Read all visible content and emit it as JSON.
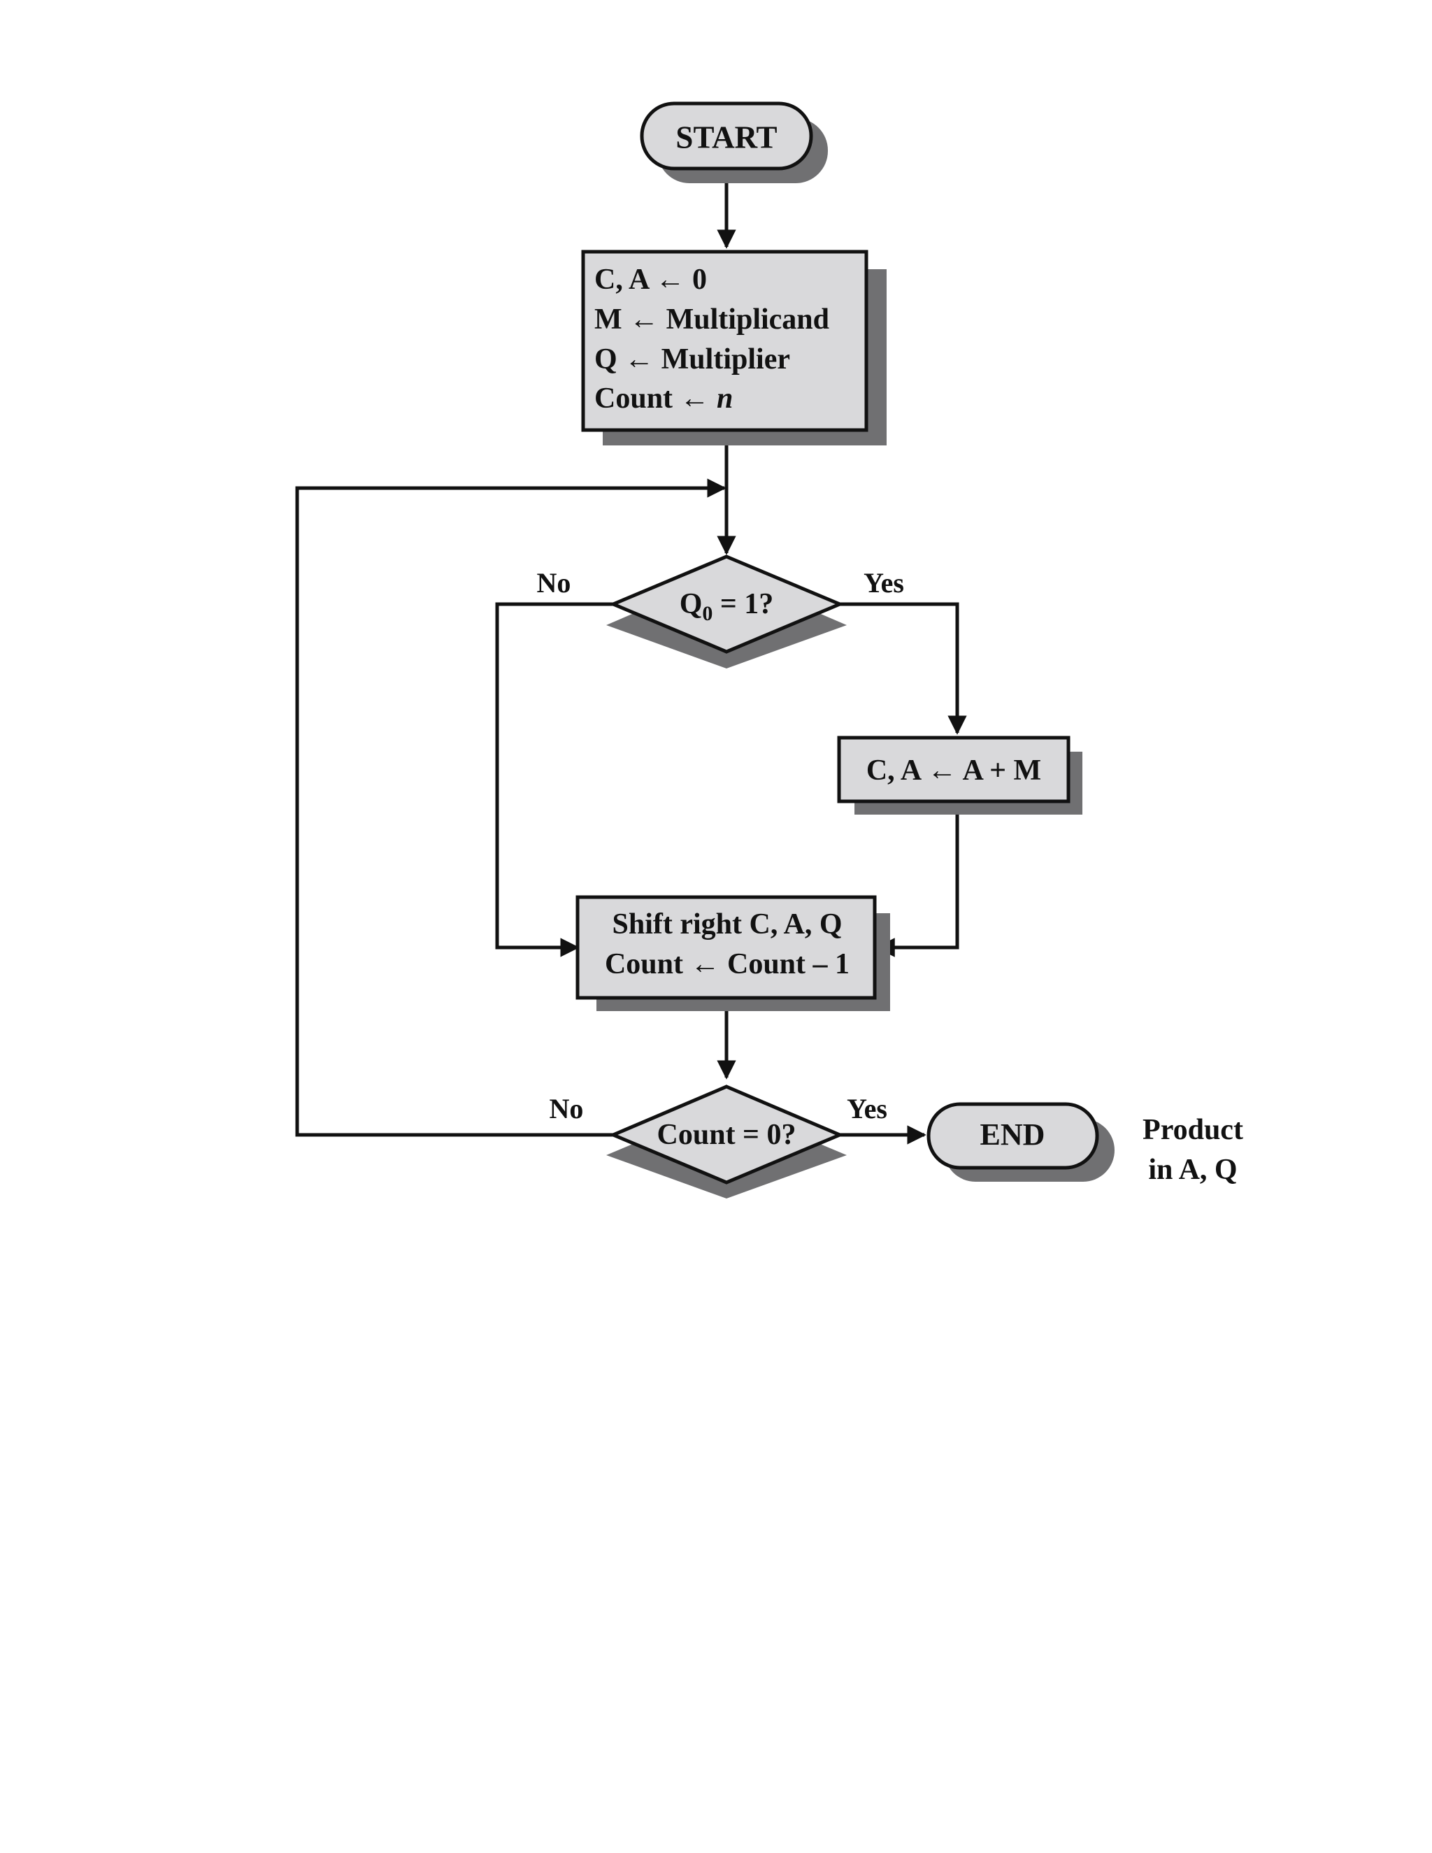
{
  "flowchart": {
    "start_label": "START",
    "init_lines": [
      "C, A ← 0",
      "M ← Multiplicand",
      "Q ← Multiplier",
      "Count ← "
    ],
    "init_count_var": "n",
    "decision1": {
      "label_q": "Q",
      "label_sub": "0",
      "label_rest": " = 1?",
      "no_label": "No",
      "yes_label": "Yes"
    },
    "add_label": "C, A ← A + M",
    "shift_lines": [
      "Shift right C, A, Q",
      "Count ← Count – 1"
    ],
    "decision2": {
      "label": "Count = 0?",
      "no_label": "No",
      "yes_label": "Yes"
    },
    "end_label": "END",
    "result_note": [
      "Product",
      "in A, Q"
    ]
  },
  "colors": {
    "fill": "#d9d9db",
    "shadow": "#707072",
    "stroke": "#111111"
  }
}
